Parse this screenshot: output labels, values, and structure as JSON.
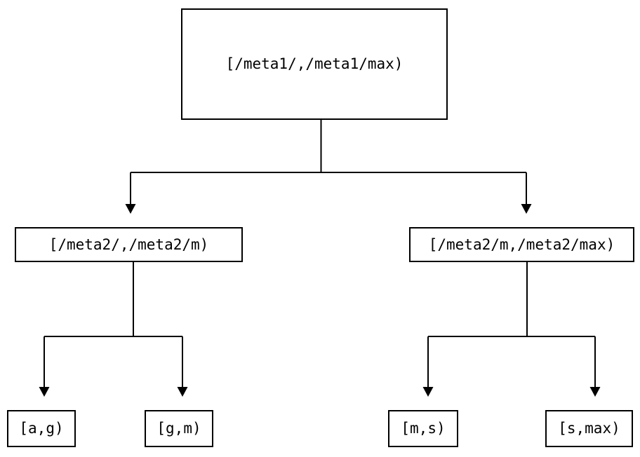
{
  "diagram": {
    "type": "tree",
    "title": "",
    "stroke_color": "#000000",
    "fill_color": "#ffffff",
    "text_color": "#000000",
    "edge_style": "orthogonal-elbow-with-arrowhead",
    "arrowhead": "filled-triangle-down",
    "nodes": {
      "root": {
        "label": "[/meta1/,/meta1/max)",
        "level": 0
      },
      "mid_left": {
        "label": "[/meta2/,/meta2/m)",
        "level": 1
      },
      "mid_right": {
        "label": "[/meta2/m,/meta2/max)",
        "level": 1
      },
      "leaf_1": {
        "label": "[a,g)",
        "level": 2
      },
      "leaf_2": {
        "label": "[g,m)",
        "level": 2
      },
      "leaf_3": {
        "label": "[m,s)",
        "level": 2
      },
      "leaf_4": {
        "label": "[s,max)",
        "level": 2
      }
    },
    "edges": [
      {
        "from": "root",
        "to": "mid_left"
      },
      {
        "from": "root",
        "to": "mid_right"
      },
      {
        "from": "mid_left",
        "to": "leaf_1"
      },
      {
        "from": "mid_left",
        "to": "leaf_2"
      },
      {
        "from": "mid_right",
        "to": "leaf_3"
      },
      {
        "from": "mid_right",
        "to": "leaf_4"
      }
    ]
  }
}
